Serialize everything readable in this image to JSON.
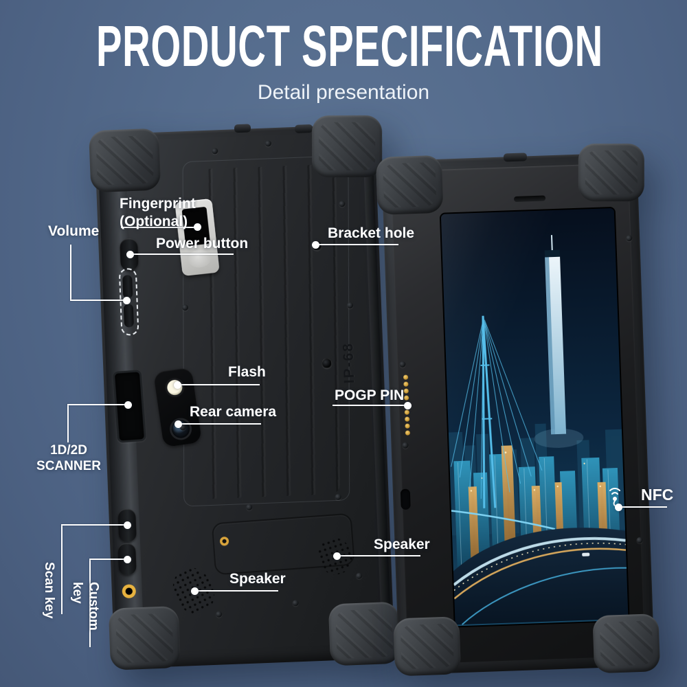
{
  "header": {
    "title": "PRODUCT SPECIFICATION",
    "subtitle": "Detail presentation"
  },
  "callouts": {
    "fingerprint": {
      "label": "Fingerprint\n(Optional)"
    },
    "volume": {
      "label": "Volume"
    },
    "power_button": {
      "label": "Power button"
    },
    "bracket_hole": {
      "label": "Bracket hole"
    },
    "flash": {
      "label": "Flash"
    },
    "rear_camera": {
      "label": "Rear camera"
    },
    "pogo_pin": {
      "label": "POGP PIN"
    },
    "scanner": {
      "label": "1D/2D\nSCANNER"
    },
    "scan_key": {
      "label": "Scan key"
    },
    "custom_key": {
      "label": "Custom key"
    },
    "speaker_back": {
      "label": "Speaker"
    },
    "speaker_front": {
      "label": "Speaker"
    },
    "nfc": {
      "label": "NFC"
    }
  },
  "device": {
    "ip_rating_marking": "IP-68"
  },
  "colors": {
    "background": "#546B8C",
    "label_text": "#FFFFFF",
    "callout_line": "#FFFFFF",
    "pogo_pin_gold": "#D9A43B",
    "screen_teal": "#2F93B9",
    "screen_orange": "#E3B063"
  }
}
